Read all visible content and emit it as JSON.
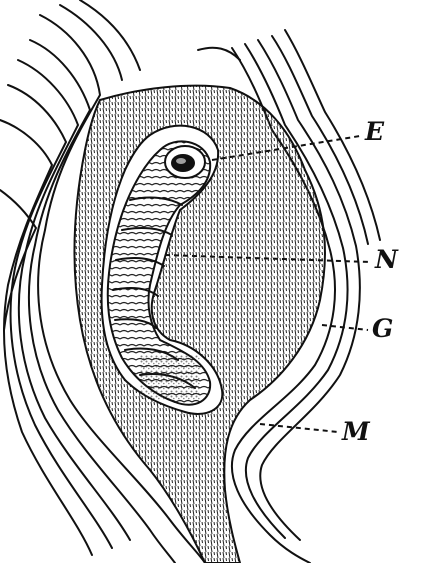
{
  "figure": {
    "labels": [
      {
        "id": "E",
        "text": "E"
      },
      {
        "id": "N",
        "text": "N"
      },
      {
        "id": "G",
        "text": "G"
      },
      {
        "id": "M",
        "text": "M"
      }
    ]
  }
}
